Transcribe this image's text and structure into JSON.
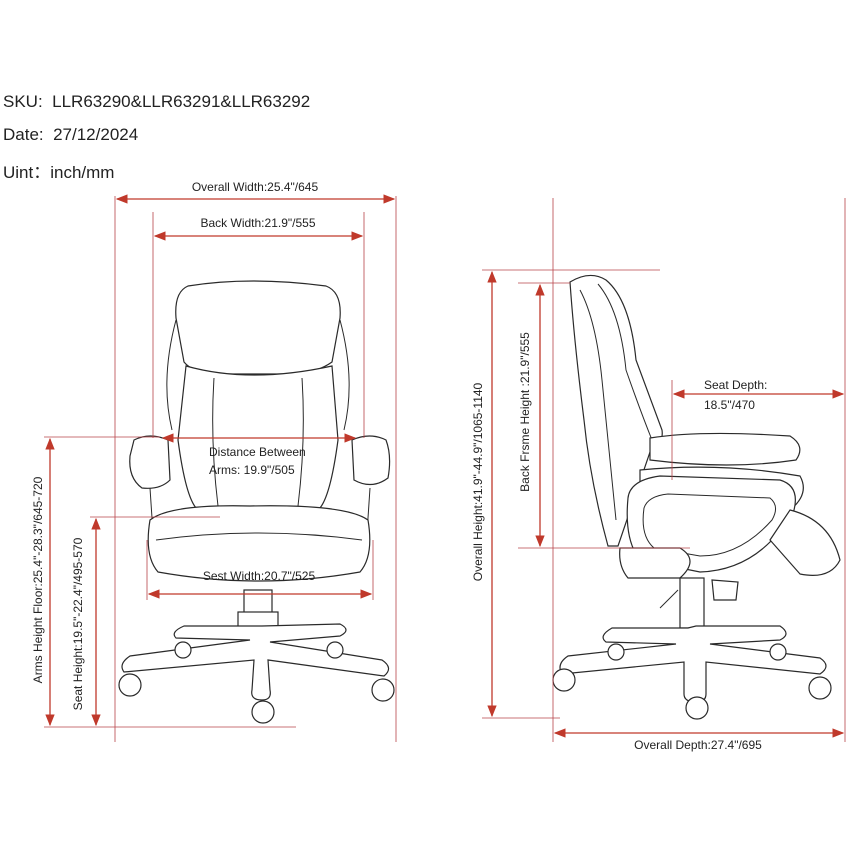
{
  "header": {
    "sku_label": "SKU:",
    "sku_value": "LLR63290&LLR63291&LLR63292",
    "date_label": "Date:",
    "date_value": "27/12/2024",
    "unit_label": "Uint：",
    "unit_value": "inch/mm"
  },
  "dimensions": {
    "overall_width": "Overall Width:25.4\"/645",
    "back_width": "Back Width:21.9\"/555",
    "distance_between_line1": "Distance Between",
    "distance_between_line2": "Arms:  19.9\"/505",
    "seat_width": "Sest Width:20.7\"/525",
    "arms_height": "Arms Height Floor:25.4\"-28.3\"/645-720",
    "seat_height": "Seat Height:19.5\"-22.4\"/495-570",
    "overall_height": "Overall Height:41.9\"-44.9\"/1065-1140",
    "back_frame_height": "Back Frsme Height :21.9\"/555",
    "seat_depth_line1": "Seat Depth:",
    "seat_depth_line2": "18.5\"/470",
    "overall_depth": "Overall Depth:27.4\"/695"
  },
  "colors": {
    "dimension_line": "#c0392b",
    "drawing_line": "#2a2a2a"
  }
}
